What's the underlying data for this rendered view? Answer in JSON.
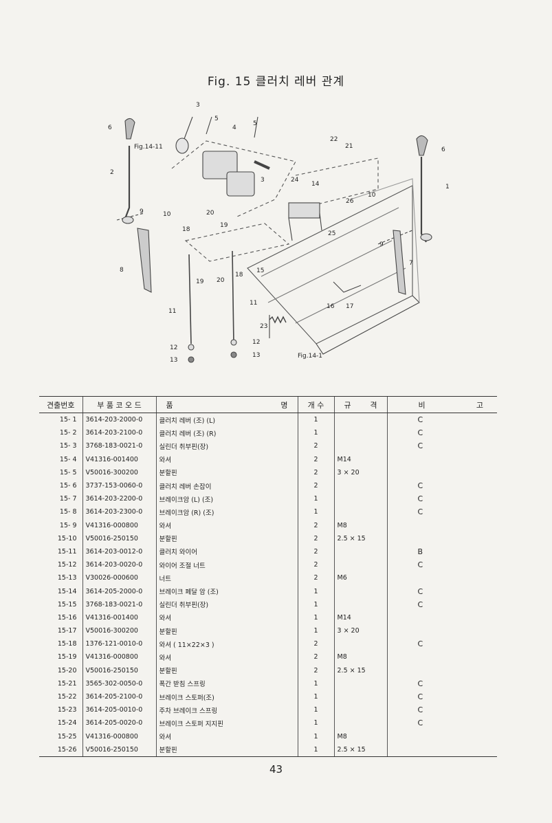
{
  "title": "Fig. 15  클러치 레버 관계",
  "diagram": {
    "callouts": [
      "1",
      "2",
      "3",
      "3",
      "4",
      "5",
      "5",
      "6",
      "6",
      "7",
      "8",
      "9",
      "9",
      "10",
      "10",
      "11",
      "11",
      "12",
      "12",
      "13",
      "13",
      "14",
      "15",
      "16",
      "17",
      "18",
      "18",
      "19",
      "19",
      "20",
      "20",
      "21",
      "22",
      "23",
      "24",
      "25",
      "26"
    ],
    "references": [
      "Fig.14-11",
      "Fig.14-1"
    ]
  },
  "table": {
    "headers": [
      "견출번호",
      "부 품 코 오 드",
      "품 명",
      "개 수",
      "규 격",
      "비 고"
    ],
    "rows": [
      {
        "no": "15- 1",
        "code": "3614-203-2000-0",
        "name": "클러치 레버 (조) (L)",
        "qty": "1",
        "spec": "",
        "remark": "C"
      },
      {
        "no": "15- 2",
        "code": "3614-203-2100-0",
        "name": "클러치 레버 (조) (R)",
        "qty": "1",
        "spec": "",
        "remark": "C"
      },
      {
        "no": "15- 3",
        "code": "3768-183-0021-0",
        "name": "실린더 취부핀(장)",
        "qty": "2",
        "spec": "",
        "remark": "C"
      },
      {
        "no": "15- 4",
        "code": "V41316-001400",
        "name": "와셔",
        "qty": "2",
        "spec": "M14",
        "remark": ""
      },
      {
        "no": "15- 5",
        "code": "V50016-300200",
        "name": "분할핀",
        "qty": "2",
        "spec": "3 × 20",
        "remark": ""
      },
      {
        "no": "15- 6",
        "code": "3737-153-0060-0",
        "name": "클러치 레버 손잡이",
        "qty": "2",
        "spec": "",
        "remark": "C"
      },
      {
        "no": "15- 7",
        "code": "3614-203-2200-0",
        "name": "브레이크암 (L) (조)",
        "qty": "1",
        "spec": "",
        "remark": "C"
      },
      {
        "no": "15- 8",
        "code": "3614-203-2300-0",
        "name": "브레이크암 (R) (조)",
        "qty": "1",
        "spec": "",
        "remark": "C"
      },
      {
        "no": "15- 9",
        "code": "V41316-000800",
        "name": "와셔",
        "qty": "2",
        "spec": "M8",
        "remark": ""
      },
      {
        "no": "15-10",
        "code": "V50016-250150",
        "name": "분할핀",
        "qty": "2",
        "spec": "2.5 × 15",
        "remark": ""
      },
      {
        "no": "15-11",
        "code": "3614-203-0012-0",
        "name": "클러치 와이어",
        "qty": "2",
        "spec": "",
        "remark": "B"
      },
      {
        "no": "15-12",
        "code": "3614-203-0020-0",
        "name": "와이어 조절 너트",
        "qty": "2",
        "spec": "",
        "remark": "C"
      },
      {
        "no": "15-13",
        "code": "V30026-000600",
        "name": "너트",
        "qty": "2",
        "spec": "M6",
        "remark": ""
      },
      {
        "no": "15-14",
        "code": "3614-205-2000-0",
        "name": "브레이크 페달 암 (조)",
        "qty": "1",
        "spec": "",
        "remark": "C"
      },
      {
        "no": "15-15",
        "code": "3768-183-0021-0",
        "name": "실린더 취부핀(장)",
        "qty": "1",
        "spec": "",
        "remark": "C"
      },
      {
        "no": "15-16",
        "code": "V41316-001400",
        "name": "와셔",
        "qty": "1",
        "spec": "M14",
        "remark": ""
      },
      {
        "no": "15-17",
        "code": "V50016-300200",
        "name": "분할핀",
        "qty": "1",
        "spec": "3 × 20",
        "remark": ""
      },
      {
        "no": "15-18",
        "code": "1376-121-0010-0",
        "name": "와셔 ( 11×22×3 )",
        "qty": "2",
        "spec": "",
        "remark": "C"
      },
      {
        "no": "15-19",
        "code": "V41316-000800",
        "name": "와셔",
        "qty": "2",
        "spec": "M8",
        "remark": ""
      },
      {
        "no": "15-20",
        "code": "V50016-250150",
        "name": "분할핀",
        "qty": "2",
        "spec": "2.5 × 15",
        "remark": ""
      },
      {
        "no": "15-21",
        "code": "3565-302-0050-0",
        "name": "폭간 받침 스프링",
        "qty": "1",
        "spec": "",
        "remark": "C"
      },
      {
        "no": "15-22",
        "code": "3614-205-2100-0",
        "name": "브레이크 스토퍼(조)",
        "qty": "1",
        "spec": "",
        "remark": "C"
      },
      {
        "no": "15-23",
        "code": "3614-205-0010-0",
        "name": "주차 브레이크 스프링",
        "qty": "1",
        "spec": "",
        "remark": "C"
      },
      {
        "no": "15-24",
        "code": "3614-205-0020-0",
        "name": "브레이크 스토퍼 지지핀",
        "qty": "1",
        "spec": "",
        "remark": "C"
      },
      {
        "no": "15-25",
        "code": "V41316-000800",
        "name": "와셔",
        "qty": "1",
        "spec": "M8",
        "remark": ""
      },
      {
        "no": "15-26",
        "code": "V50016-250150",
        "name": "분할핀",
        "qty": "1",
        "spec": "2.5 × 15",
        "remark": ""
      }
    ]
  },
  "page_number": "43"
}
